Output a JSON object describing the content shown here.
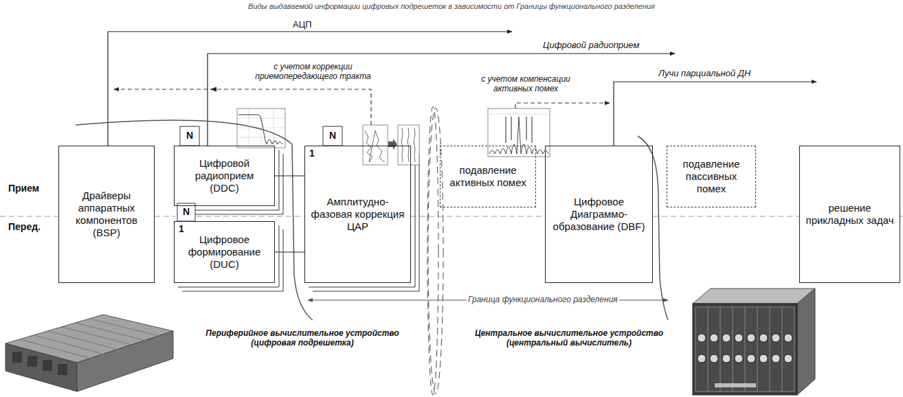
{
  "diagram": {
    "title": "Виды выдаваемой информации цифровых подрешеток в зависимости от Границы функционального разделения",
    "nodes": [
      {
        "text": [
          "Драйверы аппаратных компонентов (BSP)"
        ]
      },
      {
        "text": [
          "Цифровой радиоприем (DDC)"
        ]
      },
      {
        "text": [
          "Цифровое формирование (DUC)"
        ]
      },
      {
        "text": [
          "Амплитудно-фазовая коррекция ЦАР"
        ]
      },
      {
        "text": [
          "подавление активных помех"
        ]
      },
      {
        "text": [
          "Цифровое Диаграммо-образование (DBF)"
        ]
      },
      {
        "text": [
          "подавление пассивных помех"
        ]
      },
      {
        "text": [
          "решение прикладных задач"
        ]
      }
    ],
    "edges": [
      {
        "from": 1,
        "to": 3,
        "arrow": "none"
      },
      {
        "from": 2,
        "to": 3,
        "arrow": "none"
      }
    ],
    "labels": [
      "АЦП",
      "Цифровой радиоприем",
      "с учетом коррекции приемопередающего тракта",
      "с учетом компенсации активных помех",
      "Лучи парциальной ДН",
      "N",
      "N",
      "1",
      "Прием",
      "N",
      "1",
      "Перед.",
      "Граница функционального разделения",
      "Периферийное вычислительное устройство (цифровая подрешетка)",
      "Центральное вычислительное устройство (центральный вычислитель)"
    ]
  }
}
